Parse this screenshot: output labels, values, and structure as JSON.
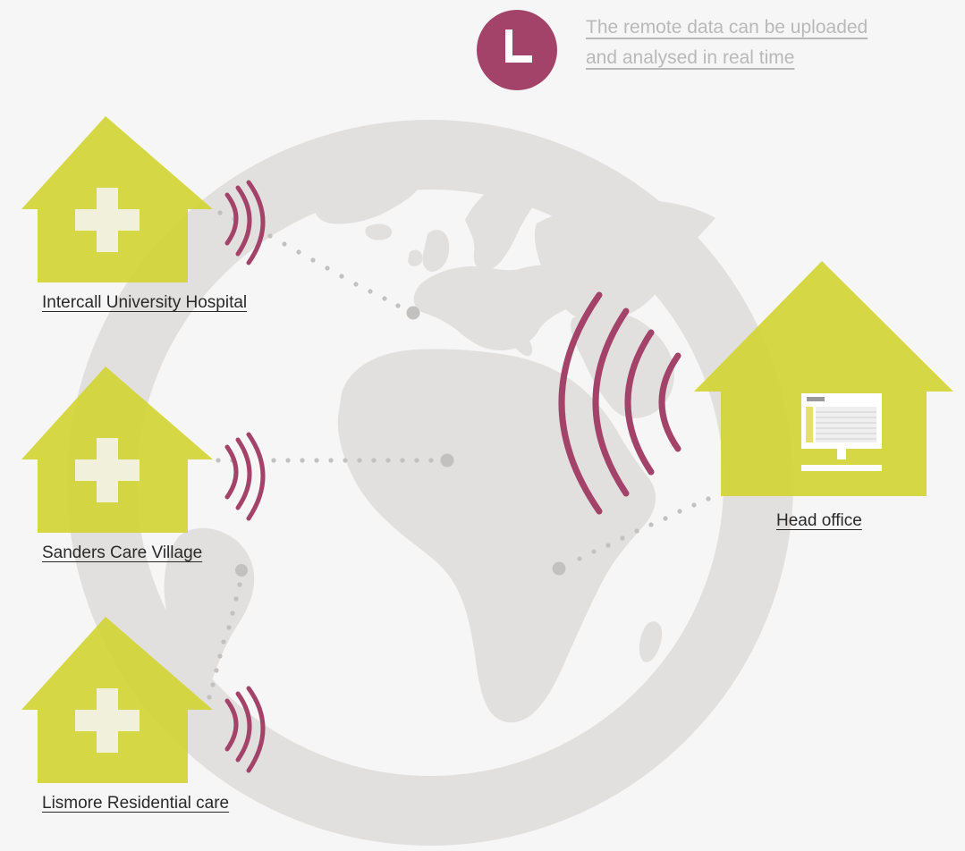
{
  "note": {
    "line1": "The remote data can be uploaded",
    "line2": "and analysed in real time",
    "icon": "clock-icon"
  },
  "sites": [
    {
      "label": "Intercall University Hospital",
      "icon": "hospital-house-icon"
    },
    {
      "label": "Sanders Care Village",
      "icon": "hospital-house-icon"
    },
    {
      "label": "Lismore Residential care",
      "icon": "hospital-house-icon"
    }
  ],
  "head_office": {
    "label": "Head office",
    "icon": "office-computer-icon"
  },
  "colors": {
    "house": "#d2d531",
    "signal": "#a3436a",
    "globe": "#e2e0df",
    "dots": "#c3c1c0",
    "background": "#f6f6f6"
  }
}
